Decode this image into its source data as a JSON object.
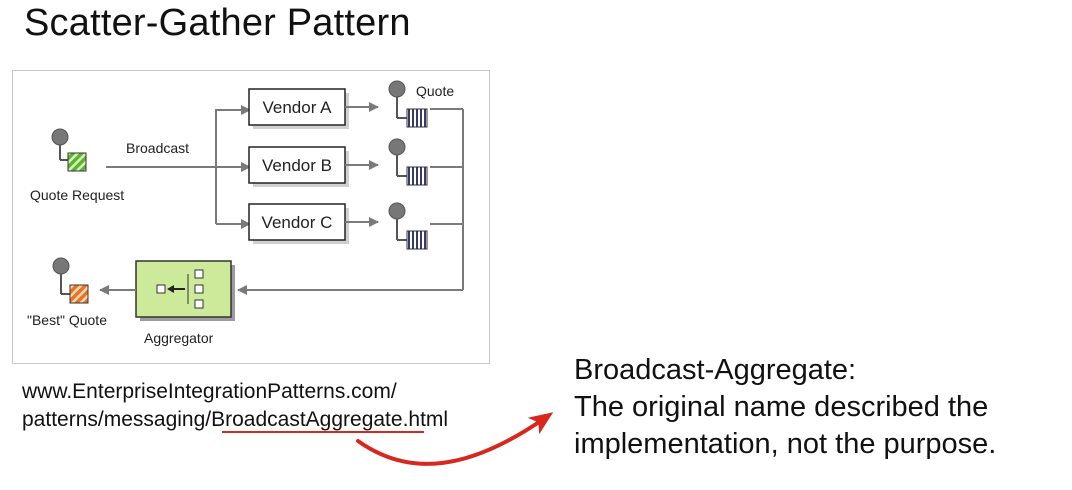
{
  "slide": {
    "title": "Scatter-Gather Pattern"
  },
  "diagram": {
    "request_label": "Quote Request",
    "broadcast_label": "Broadcast",
    "vendors": [
      "Vendor A",
      "Vendor B",
      "Vendor C"
    ],
    "quote_label": "Quote",
    "best_quote_label": "\"Best\" Quote",
    "aggregator_label": "Aggregator"
  },
  "url": {
    "line1": "www.EnterpriseIntegrationPatterns.com/",
    "line2_prefix": "patterns/messaging/",
    "line2_highlight": "BroadcastAggregate",
    "line2_suffix": ".html"
  },
  "note": {
    "heading": "Broadcast-Aggregate:",
    "line1": "The original name described the",
    "line2": "implementation, not the purpose."
  },
  "colors": {
    "underline": "#d8281e",
    "arrow": "#d8281e",
    "aggregator_fill": "#cdea9a",
    "request_fill": "#5bb52f",
    "best_quote_fill": "#e8742a",
    "queue_fill": "#3a3a6a"
  }
}
